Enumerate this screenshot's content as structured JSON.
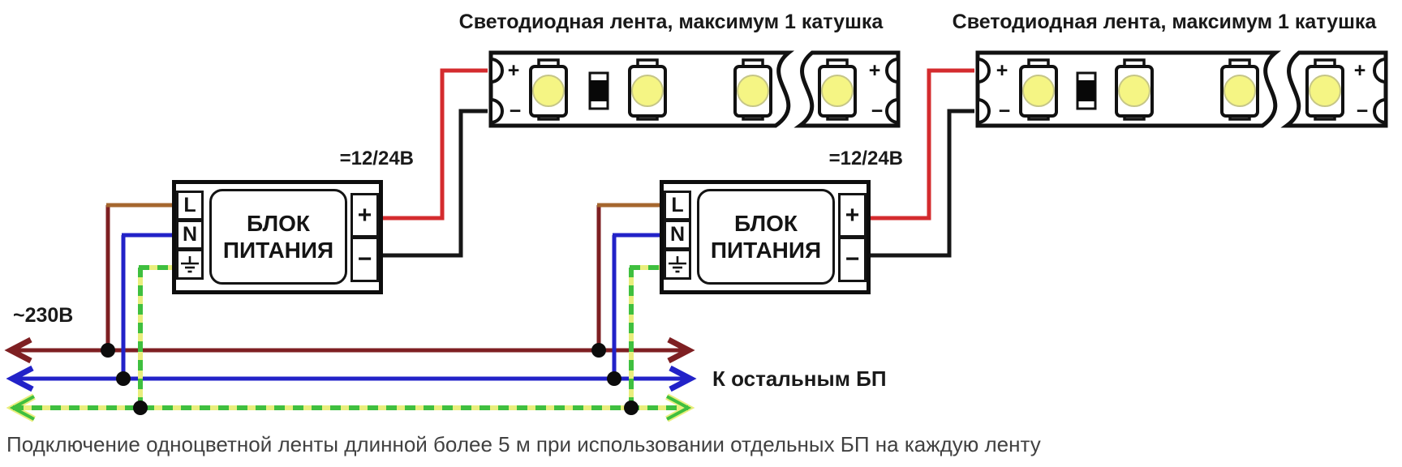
{
  "caption": "Подключение одноцветной ленты длинной более 5 м при использовании отдельных БП на каждую ленту",
  "mains": {
    "label": "~230В"
  },
  "bus": {
    "label": "К остальным БП"
  },
  "strips": [
    {
      "title": "Светодиодная лента, максимум 1 катушка",
      "leds_visible": 4,
      "left_plus": "+",
      "left_minus": "−",
      "right_plus": "+",
      "right_minus": "−"
    },
    {
      "title": "Светодиодная лента, максимум 1 катушка",
      "leds_visible": 4,
      "left_plus": "+",
      "left_minus": "−",
      "right_plus": "+",
      "right_minus": "−"
    }
  ],
  "psus": [
    {
      "name_line1": "БЛОК",
      "name_line2": "ПИТАНИЯ",
      "dc_label": "=12/24В",
      "terminal_l": "L",
      "terminal_n": "N",
      "plus": "+",
      "minus": "−"
    },
    {
      "name_line1": "БЛОК",
      "name_line2": "ПИТАНИЯ",
      "dc_label": "=12/24В",
      "terminal_l": "L",
      "terminal_n": "N",
      "plus": "+",
      "minus": "−"
    }
  ],
  "colors": {
    "live": "#7e1f22",
    "live_branch": "#a5662e",
    "neutral": "#2222c8",
    "earth_green": "#3fbf3f",
    "earth_yellow": "#e9ee7d",
    "dc_plus": "#d42b2e",
    "dc_minus": "#161616",
    "led": "#f5f584",
    "outline": "#111111"
  }
}
